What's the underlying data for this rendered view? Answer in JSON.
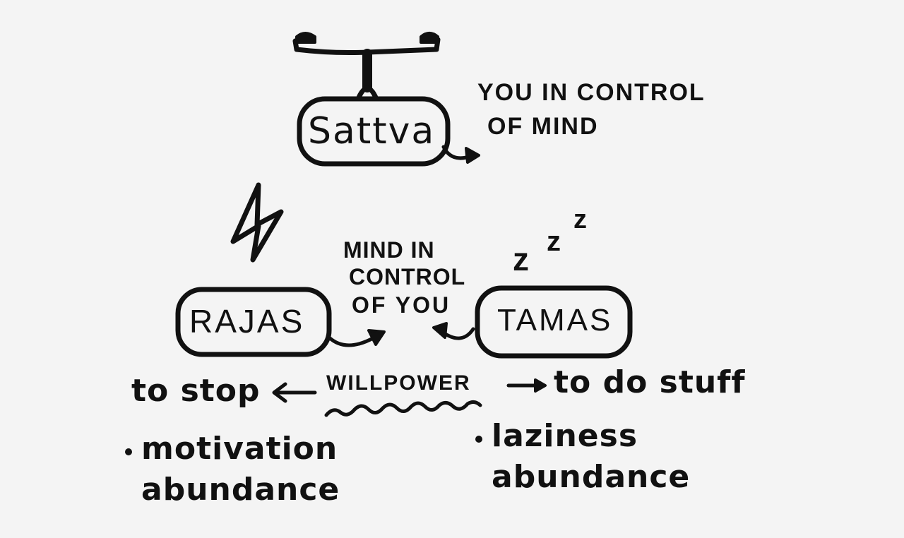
{
  "nodes": {
    "sattva": "Sattva",
    "rajas": "RAJAS",
    "tamas": "TAMAS"
  },
  "annotations": {
    "sattva_line1": "YOU IN CONTROL",
    "sattva_line2": "OF MIND",
    "center_line1": "MIND IN",
    "center_line2": "CONTROL",
    "center_line3": "OF YOU",
    "zzz": [
      "z",
      "z",
      "z"
    ]
  },
  "willpower": {
    "label": "WILLPOWER",
    "left_text": "to stop",
    "right_text": "to do stuff"
  },
  "lists": {
    "rajas_item_line1": "motivation",
    "rajas_item_line2": "abundance",
    "tamas_item_line1": "laziness",
    "tamas_item_line2": "abundance"
  },
  "icons": [
    "balance-scale-icon",
    "lightning-bolt-icon",
    "sleep-zzz-icon"
  ],
  "colors": {
    "background": "#f4f4f4",
    "ink": "#111111"
  }
}
